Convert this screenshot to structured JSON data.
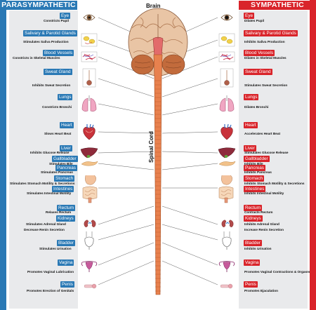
{
  "headers": {
    "left": "PARASYMPATHETIC",
    "right": "SYMPATHETIC"
  },
  "center": {
    "brain_label": "Brain",
    "cord_label": "Spinal Cord"
  },
  "parasympathetic": [
    {
      "organ": "Eye",
      "desc": "Constricts Pupil"
    },
    {
      "organ": "Salivary & Parotid Glands",
      "desc": "Stimulates Saliva Production"
    },
    {
      "organ": "Blood Vessels",
      "desc": "Constricts in Skeletal Muscles"
    },
    {
      "organ": "Sweat Gland",
      "desc": "Inhibits Sweat Secretion"
    },
    {
      "organ": "Lungs",
      "desc": "Constricts Bronchi"
    },
    {
      "organ": "Heart",
      "desc": "Slows Heart Beat"
    },
    {
      "organ": "Liver",
      "desc": "Inhibits Glucose Release"
    },
    {
      "organ": "Gallbladder",
      "desc": "Stimulates Bile"
    },
    {
      "organ": "Pancreas",
      "desc": "Stimulates Pancreas"
    },
    {
      "organ": "Stomach",
      "desc": "Stimulates Stomach Motility & Secretions"
    },
    {
      "organ": "Intestines",
      "desc": "Stimulates Intestinal Motility"
    },
    {
      "organ": "Rectum",
      "desc": "Relaxes Rectum"
    },
    {
      "organ": "Kidneys",
      "desc": "Stimulates Adrenal Gland"
    },
    {
      "organ": "Kidneys",
      "desc": "Decrease Renin Secretion"
    },
    {
      "organ": "Bladder",
      "desc": "Stimulates Urination"
    },
    {
      "organ": "Vagina",
      "desc": "Promotes Vaginal Lubrication"
    },
    {
      "organ": "Penis",
      "desc": "Promotes Erection of Genitals"
    }
  ],
  "sympathetic": [
    {
      "organ": "Eye",
      "desc": "Dilates Pupil"
    },
    {
      "organ": "Salivary & Parotid Glands",
      "desc": "Inhibits Saliva Production"
    },
    {
      "organ": "Blood Vessels",
      "desc": "Dilates in Skeletal Muscles"
    },
    {
      "organ": "Sweat Gland",
      "desc": "Stimulates Sweat Secretion"
    },
    {
      "organ": "Lungs",
      "desc": "Dilates Bronchi"
    },
    {
      "organ": "Heart",
      "desc": "Accelerates Heart Beat"
    },
    {
      "organ": "Liver",
      "desc": "Stimulates Glucose Release"
    },
    {
      "organ": "Gallbladder",
      "desc": "Inhibits Bile"
    },
    {
      "organ": "Pancreas",
      "desc": "Inhibits Pancreas"
    },
    {
      "organ": "Stomach",
      "desc": "Inhibits Stomach Motility & Secretions"
    },
    {
      "organ": "Intestines",
      "desc": "Inhibits Intestinal Motility"
    },
    {
      "organ": "Rectum",
      "desc": "Contracts Rectum"
    },
    {
      "organ": "Kidneys",
      "desc": "Inhibits Adrenal Gland"
    },
    {
      "organ": "Kidneys",
      "desc": "Increase Renin Secretion"
    },
    {
      "organ": "Bladder",
      "desc": "Inhibits Urination"
    },
    {
      "organ": "Vagina",
      "desc": "Promotes Vaginal Contractions & Orgasm"
    },
    {
      "organ": "Penis",
      "desc": "Promotes Ejaculation"
    }
  ],
  "colors": {
    "parasympathetic": "#2a79b5",
    "sympathetic": "#d9242a",
    "spinal_cord": "#e8814e",
    "column_bg": "#e9eaec"
  }
}
